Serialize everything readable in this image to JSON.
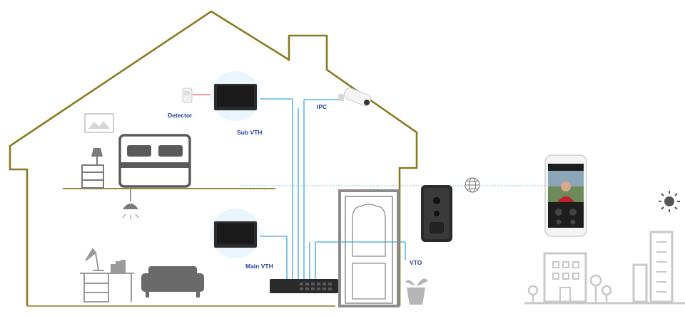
{
  "labels": {
    "detector": "Detector",
    "sub_vth": "Sub VTH",
    "ipc": "IPC",
    "main_vth": "Main VTH",
    "vto": "VTO"
  },
  "colors": {
    "house_outline": "#8a7a1e",
    "network_line": "#3aa8e0",
    "wireless_line": "#86c2cc",
    "label_text": "#2a3f9a",
    "icon_gray": "#c8c8c8",
    "device_dark": "#2b2b2b"
  },
  "icons": {
    "detector": "motion-detector-icon",
    "sub_vth": "indoor-monitor-icon",
    "main_vth": "indoor-monitor-icon",
    "ipc": "bullet-camera-icon",
    "vto": "door-station-icon",
    "switch": "network-switch-icon",
    "internet": "globe-icon",
    "phone": "smartphone-icon",
    "sun": "sun-icon"
  }
}
